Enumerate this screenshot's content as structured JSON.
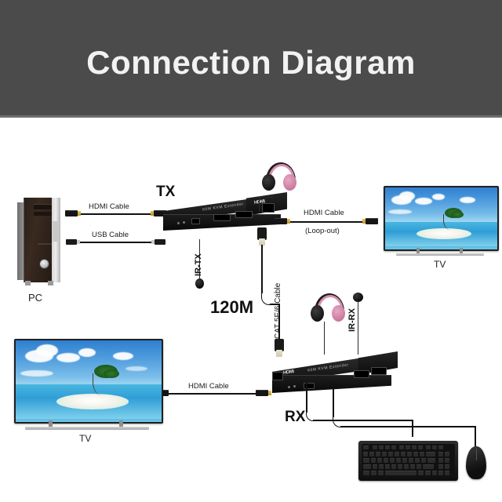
{
  "header": {
    "title": "Connection Diagram",
    "background_color": "#4b4b4b",
    "title_color": "#f2f2f2"
  },
  "diagram": {
    "devices": {
      "pc": {
        "label": "PC"
      },
      "tv_top": {
        "label": "TV"
      },
      "tv_bottom": {
        "label": "TV"
      },
      "tx": {
        "label": "TX",
        "top_text": "60M KVM Extender",
        "logo_text": "HDMI"
      },
      "rx": {
        "label": "RX",
        "top_text": "60M KVM Extender",
        "logo_text": "HDMI"
      },
      "keyboard": {
        "label": ""
      },
      "mouse": {
        "label": ""
      },
      "headphones_tx": {
        "label": ""
      },
      "headphones_rx": {
        "label": ""
      }
    },
    "cables": {
      "pc_to_tx_hdmi": "HDMI Cable",
      "pc_to_tx_usb": "USB Cable",
      "tx_to_tv_hdmi": "HDMI Cable",
      "tx_to_tv_hdmi_note": "(Loop-out)",
      "tx_to_rx_cat": "CAT 5E/6 Cable",
      "rx_to_tv_hdmi": "HDMI Cable"
    },
    "annotations": {
      "distance": "120M",
      "ir_tx": "IR-TX",
      "ir_rx": "IR-RX"
    }
  }
}
